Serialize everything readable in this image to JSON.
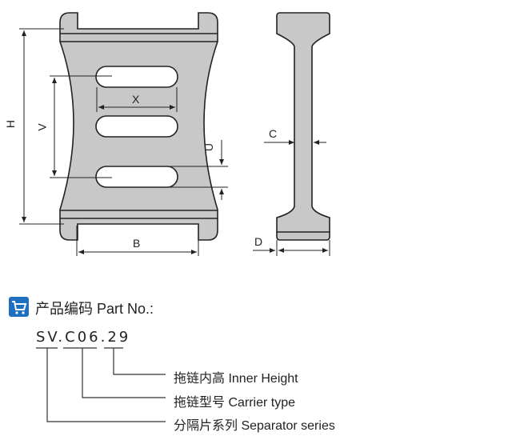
{
  "drawing": {
    "labels": {
      "H": "H",
      "V": "V",
      "X": "X",
      "U": "U",
      "B": "B",
      "C": "C",
      "D": "D"
    }
  },
  "part": {
    "title": "产品编码 Part No.:",
    "code": "SV.C06.29",
    "segments": [
      "SV",
      "C06",
      "29"
    ],
    "legend": [
      "拖链内高 Inner Height",
      "拖链型号 Carrier type",
      "分隔片系列 Separator series"
    ]
  },
  "colors": {
    "fill": "#c8c8c8",
    "icon": "#1f6fc0"
  }
}
